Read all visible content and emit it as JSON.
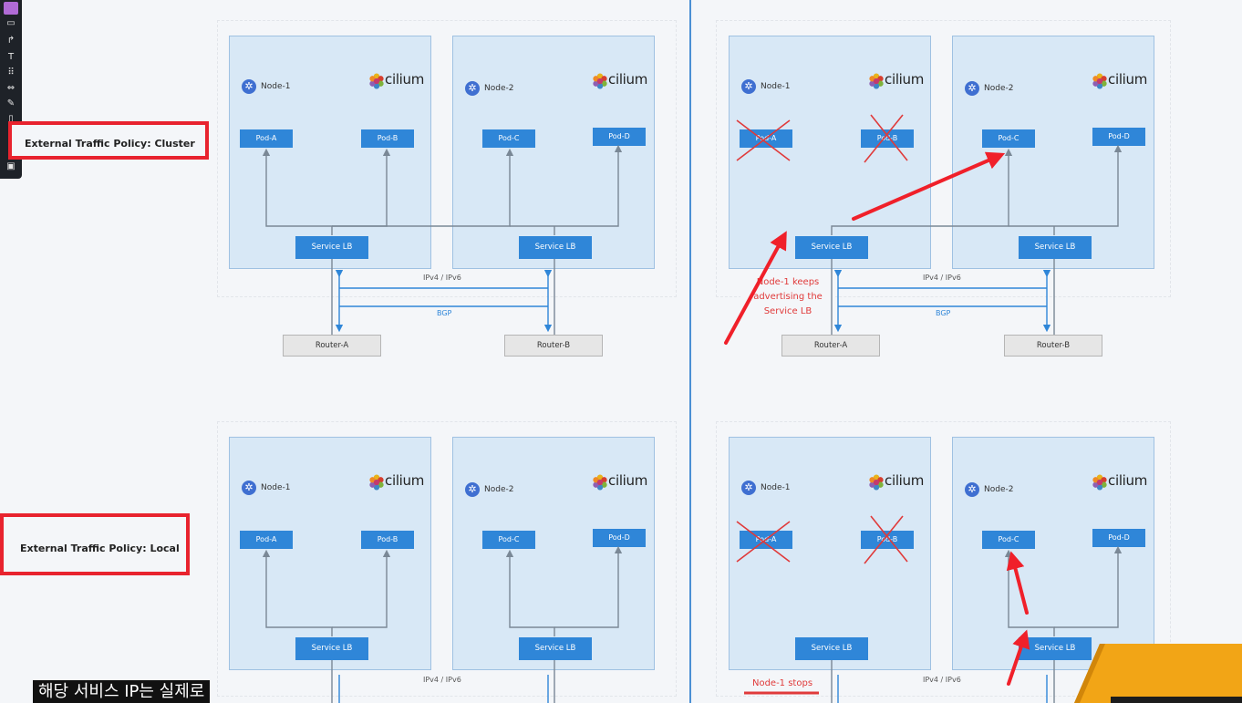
{
  "policies": {
    "cluster": "External Traffic Policy: Cluster",
    "local": "External Traffic Policy: Local"
  },
  "common": {
    "node1": "Node-1",
    "node2": "Node-2",
    "brand": "cilium",
    "pod_a": "Pod-A",
    "pod_b": "Pod-B",
    "pod_c": "Pod-C",
    "pod_d": "Pod-D",
    "service_lb": "Service LB",
    "router_a": "Router-A",
    "router_b": "Router-B",
    "ip": "IPv4 / IPv6",
    "bgp": "BGP"
  },
  "annotations": {
    "keeps": [
      "Node-1 keeps",
      "advertising the",
      "Service LB"
    ],
    "stops": "Node-1 stops"
  },
  "caption": "해당 서비스 IP는 실제로",
  "colors": {
    "node_bg": "#d8e8f6",
    "accent_blue": "#2f86d8",
    "annotation_red": "#e8232e",
    "banner_orange": "#f2a516"
  }
}
